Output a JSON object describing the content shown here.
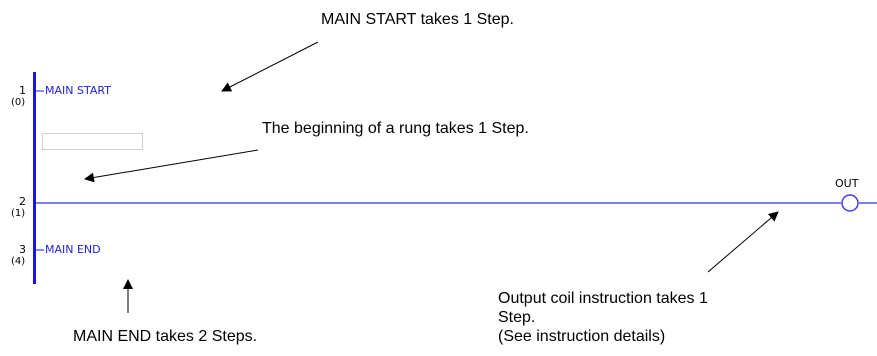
{
  "callouts": {
    "main_start": "MAIN START takes 1 Step.",
    "rung_begin": "The beginning of a rung takes 1 Step.",
    "main_end": "MAIN END takes 2 Steps.",
    "output_coil": [
      "Output coil instruction takes 1",
      "Step.",
      "(See instruction details)"
    ]
  },
  "ladder": {
    "rungs": [
      {
        "number": "1",
        "step": "(0)",
        "label": "MAIN START"
      },
      {
        "number": "2",
        "step": "(1)",
        "label": ""
      },
      {
        "number": "3",
        "step": "(4)",
        "label": "MAIN END"
      }
    ],
    "coil_label": "OUT"
  },
  "colors": {
    "rail": "#1414e6",
    "rung_wire": "#7f7ff0",
    "coil": "#4040e0"
  }
}
